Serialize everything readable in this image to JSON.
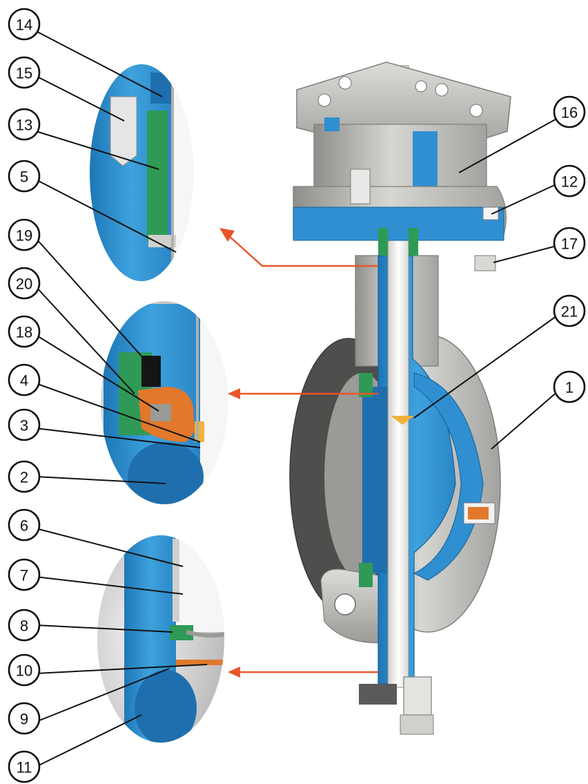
{
  "callouts": {
    "c1": "1",
    "c2": "2",
    "c3": "3",
    "c4": "4",
    "c5": "5",
    "c6": "6",
    "c7": "7",
    "c8": "8",
    "c9": "9",
    "c10": "10",
    "c11": "11",
    "c12": "12",
    "c13": "13",
    "c14": "14",
    "c15": "15",
    "c16": "16",
    "c17": "17",
    "c18": "18",
    "c19": "19",
    "c20": "20",
    "c21": "21"
  },
  "colors": {
    "steel": "#b9b9b6",
    "steel_dark": "#8d8d8a",
    "cut_blue": "#2f8fd0",
    "cut_blue_dark": "#1f6fae",
    "seal_green": "#2f9a55",
    "seat_orange": "#e2782b",
    "arrow": "#e8552b",
    "seal_black": "#151515"
  }
}
